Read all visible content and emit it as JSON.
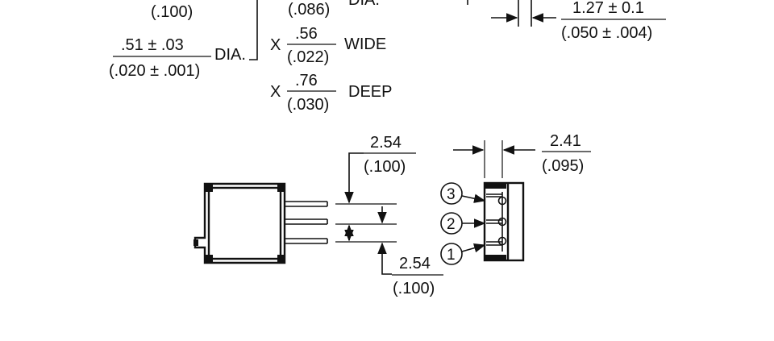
{
  "top_left": {
    "partial_fraction": "(.100)",
    "dia_fraction": {
      "num": ".51 ± .03",
      "den": "(.020 ± .001)",
      "label": "DIA."
    }
  },
  "top_middle": {
    "partial_fraction": "(.086)",
    "partial_label": "DIA.",
    "wide": {
      "prefix": "X",
      "num": ".56",
      "den": "(.022)",
      "label": "WIDE"
    },
    "deep": {
      "prefix": "X",
      "num": ".76",
      "den": "(.030)",
      "label": "DEEP"
    }
  },
  "top_right": {
    "num": "1.27 ± 0.1",
    "den": "(.050 ± .004)"
  },
  "side_view": {
    "dim_upper": {
      "num": "2.54",
      "den": "(.100)"
    },
    "dim_lower": {
      "num": "2.54",
      "den": "(.100)"
    }
  },
  "end_view": {
    "dim_width": {
      "num": "2.41",
      "den": "(.095)"
    },
    "pins": [
      "3",
      "2",
      "1"
    ]
  }
}
